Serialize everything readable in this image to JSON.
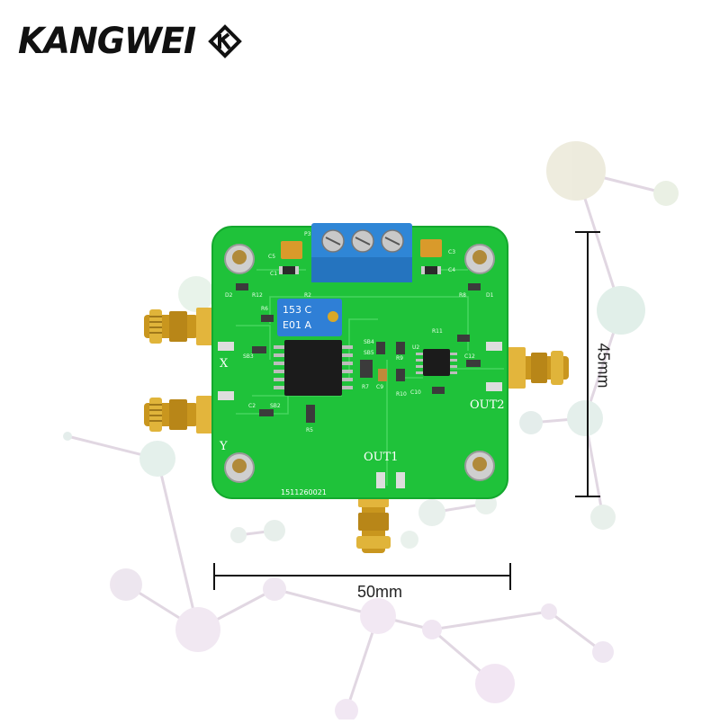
{
  "brand": {
    "name": "KANGWEI",
    "mark": "K"
  },
  "board": {
    "inputs": [
      "X",
      "Y"
    ],
    "outputs": [
      "OUT1",
      "OUT2"
    ],
    "serial": "1511260021",
    "trimmer_text": [
      "153 C",
      "E01 A"
    ],
    "silkscreen": [
      "P3",
      "C5",
      "C4",
      "C3",
      "C1",
      "R12",
      "R2",
      "R11",
      "R9",
      "R10",
      "R8",
      "U2",
      "C12",
      "C10",
      "C2",
      "SB3",
      "SB2",
      "R5",
      "R7",
      "C9",
      "SB4",
      "SB5",
      "R6",
      "D1",
      "D2"
    ]
  },
  "dimensions": {
    "width_label": "50mm",
    "height_label": "45mm"
  },
  "colors": {
    "pcb": "#1fc23a",
    "terminal": "#2f86d6",
    "connector": "#d9a826"
  }
}
